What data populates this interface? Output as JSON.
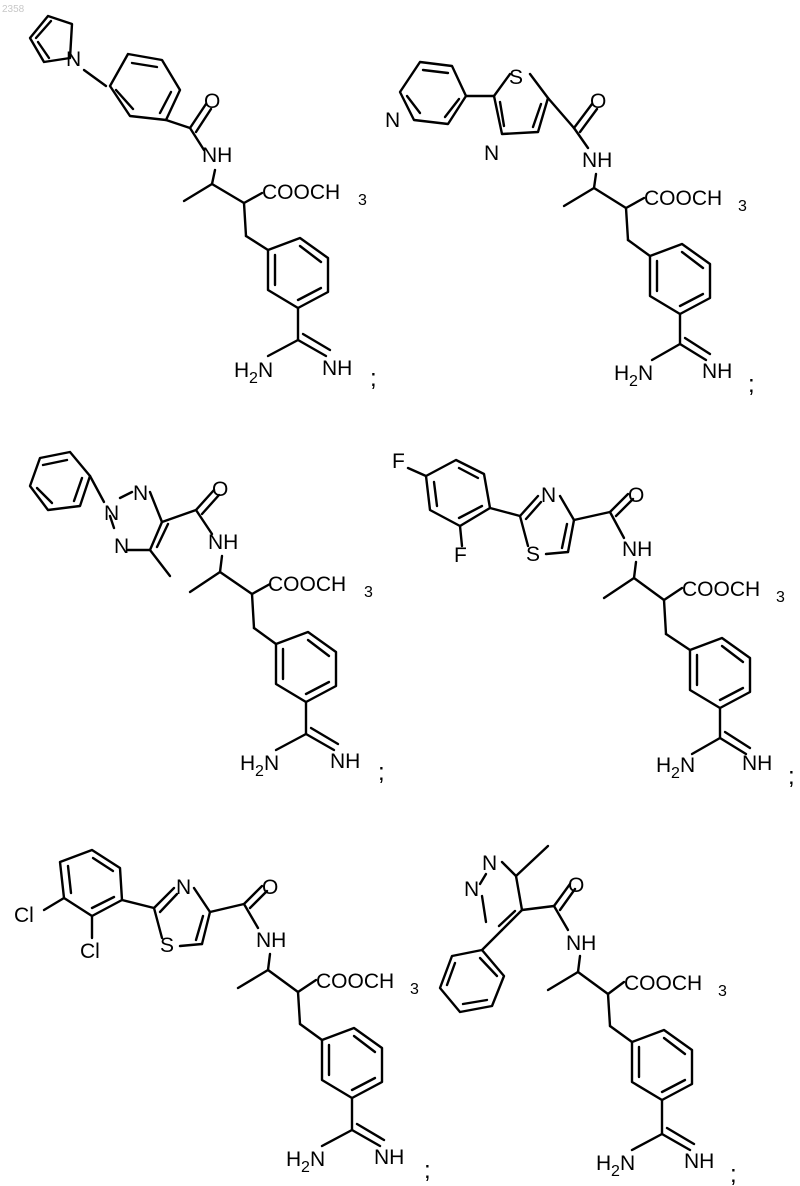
{
  "page_number": "2358",
  "structures": [
    {
      "labels": {
        "n_pyrrole": "N",
        "o": "O",
        "nh": "NH",
        "ester": "COOCH",
        "ester_sub": "3",
        "amine": "H",
        "amine_sub": "2",
        "amine_n": "N",
        "imine": "NH",
        "sep": ";"
      }
    },
    {
      "labels": {
        "n_pyridine": "N",
        "s": "S",
        "n_thiazole": "N",
        "o": "O",
        "nh": "NH",
        "ester": "COOCH",
        "ester_sub": "3",
        "amine": "H",
        "amine_sub": "2",
        "amine_n": "N",
        "imine": "NH",
        "sep": ";"
      }
    },
    {
      "labels": {
        "n1": "N",
        "n2": "N",
        "n3": "N",
        "o": "O",
        "nh": "NH",
        "ester": "COOCH",
        "ester_sub": "3",
        "amine": "H",
        "amine_sub": "2",
        "amine_n": "N",
        "imine": "NH",
        "sep": ";"
      }
    },
    {
      "labels": {
        "f1": "F",
        "f2": "F",
        "n_thiazole": "N",
        "s": "S",
        "o": "O",
        "nh": "NH",
        "ester": "COOCH",
        "ester_sub": "3",
        "amine": "H",
        "amine_sub": "2",
        "amine_n": "N",
        "imine": "NH",
        "sep": ";"
      }
    },
    {
      "labels": {
        "cl1": "Cl",
        "cl2": "Cl",
        "n_thiazole": "N",
        "s": "S",
        "o": "O",
        "nh": "NH",
        "ester": "COOCH",
        "ester_sub": "3",
        "amine": "H",
        "amine_sub": "2",
        "amine_n": "N",
        "imine": "NH",
        "sep": ";"
      }
    },
    {
      "labels": {
        "n1": "N",
        "n2": "N",
        "o": "O",
        "nh": "NH",
        "ester": "COOCH",
        "ester_sub": "3",
        "amine": "H",
        "amine_sub": "2",
        "amine_n": "N",
        "imine": "NH",
        "sep": ";"
      }
    }
  ]
}
